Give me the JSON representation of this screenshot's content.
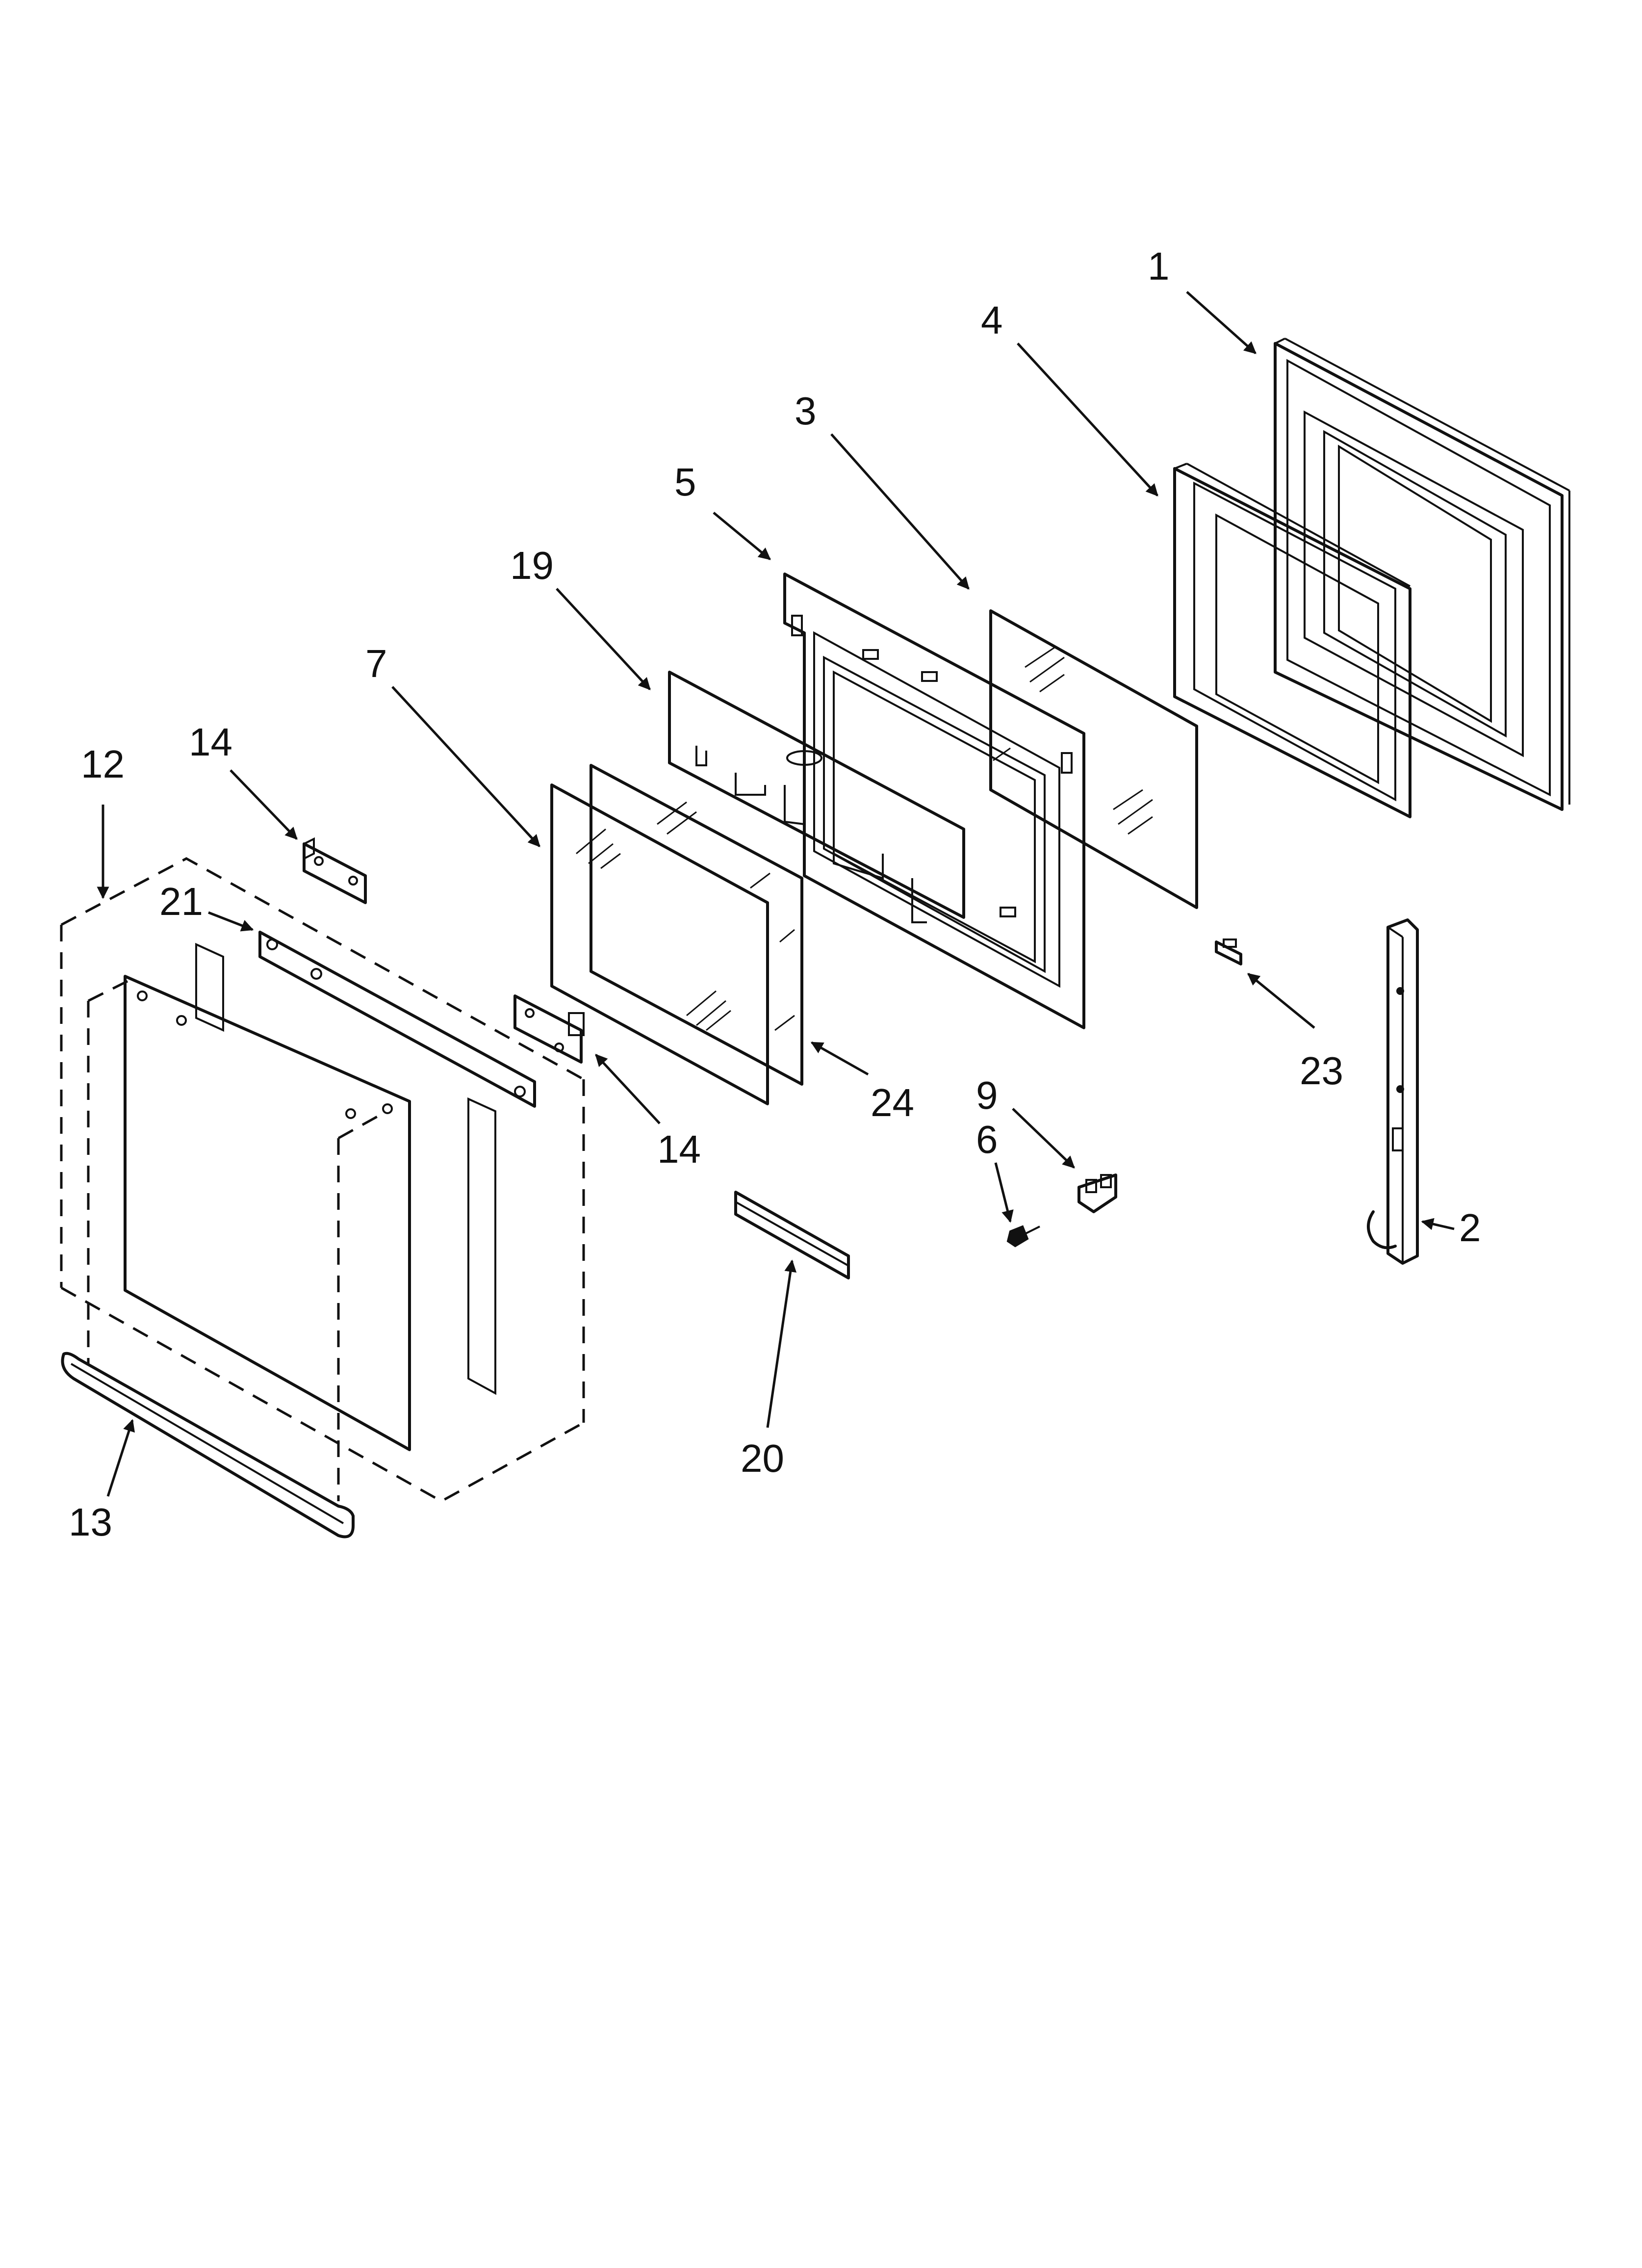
{
  "callouts": [
    {
      "id": "c1",
      "text": "1"
    },
    {
      "id": "c4",
      "text": "4"
    },
    {
      "id": "c3",
      "text": "3"
    },
    {
      "id": "c5",
      "text": "5"
    },
    {
      "id": "c19",
      "text": "19"
    },
    {
      "id": "c7",
      "text": "7"
    },
    {
      "id": "c12",
      "text": "12"
    },
    {
      "id": "c14a",
      "text": "14"
    },
    {
      "id": "c21",
      "text": "21"
    },
    {
      "id": "c14b",
      "text": "14"
    },
    {
      "id": "c24",
      "text": "24"
    },
    {
      "id": "c23",
      "text": "23"
    },
    {
      "id": "c9",
      "text": "9"
    },
    {
      "id": "c6",
      "text": "6"
    },
    {
      "id": "c2",
      "text": "2"
    },
    {
      "id": "c20",
      "text": "20"
    },
    {
      "id": "c13",
      "text": "13"
    }
  ]
}
